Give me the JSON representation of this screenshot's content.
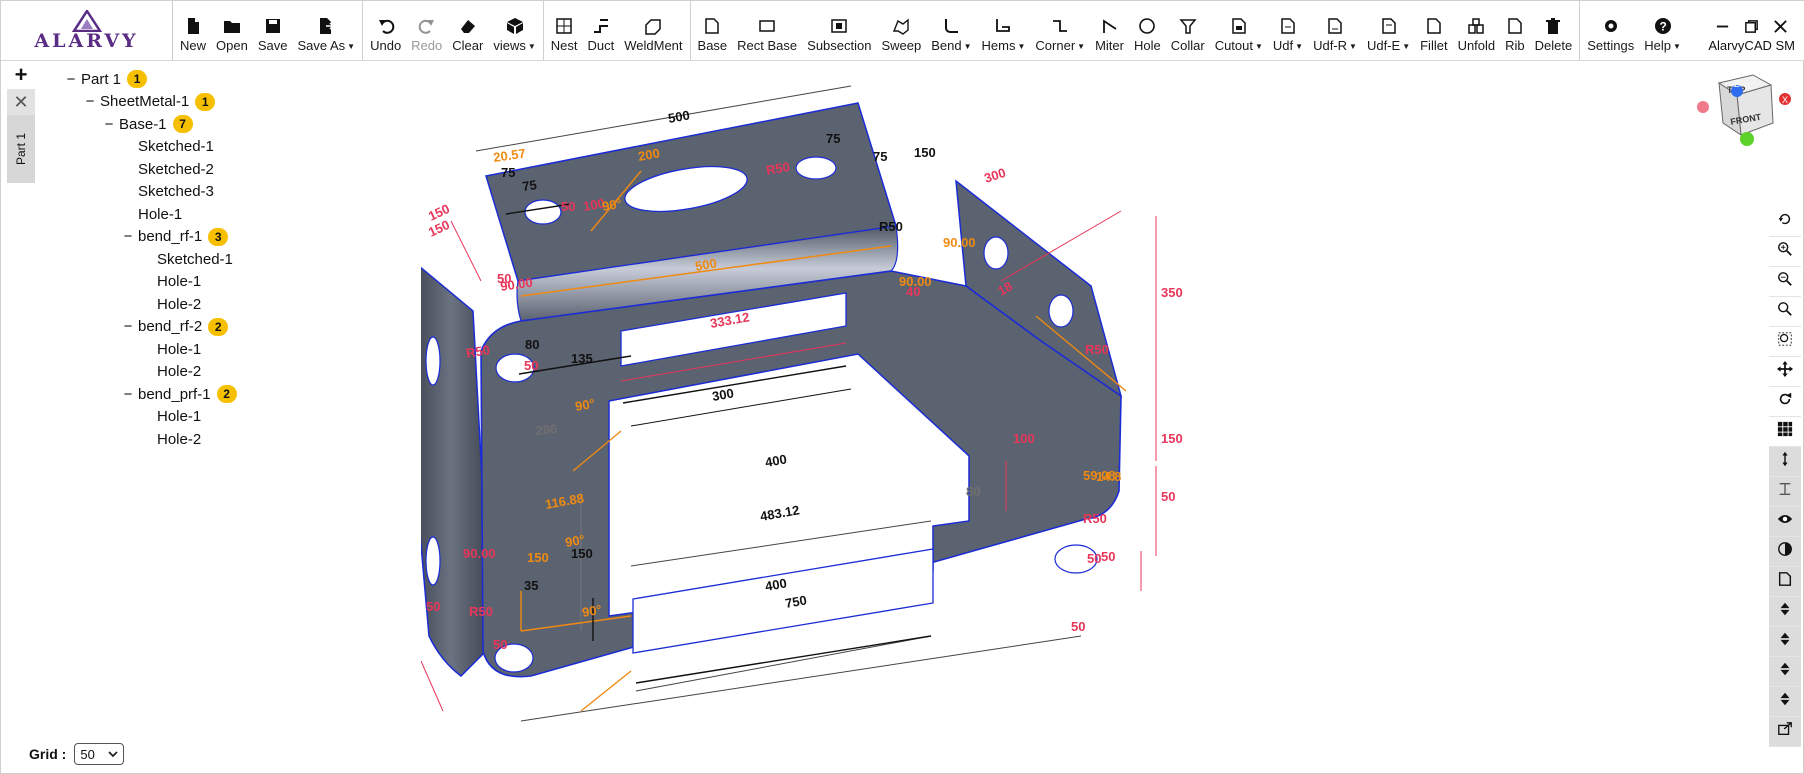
{
  "app": {
    "name": "AlarvyCAD SM",
    "logo_text": "ALARVY"
  },
  "toolbar": {
    "groups": [
      [
        {
          "key": "new",
          "label": "New",
          "icon": "new-file-icon"
        },
        {
          "key": "open",
          "label": "Open",
          "icon": "open-folder-icon"
        },
        {
          "key": "save",
          "label": "Save",
          "icon": "save-icon"
        },
        {
          "key": "saveas",
          "label": "Save As",
          "icon": "save-as-icon",
          "caret": true
        }
      ],
      [
        {
          "key": "undo",
          "label": "Undo",
          "icon": "undo-icon"
        },
        {
          "key": "redo",
          "label": "Redo",
          "icon": "redo-icon",
          "disabled": true
        },
        {
          "key": "clear",
          "label": "Clear",
          "icon": "eraser-icon"
        },
        {
          "key": "views",
          "label": "views",
          "icon": "cube-views-icon",
          "caret": true
        }
      ],
      [
        {
          "key": "nest",
          "label": "Nest",
          "icon": "nest-icon"
        },
        {
          "key": "duct",
          "label": "Duct",
          "icon": "duct-icon"
        },
        {
          "key": "weldment",
          "label": "WeldMent",
          "icon": "weldment-icon"
        }
      ],
      [
        {
          "key": "base",
          "label": "Base",
          "icon": "base-icon"
        },
        {
          "key": "rectbase",
          "label": "Rect Base",
          "icon": "rect-base-icon"
        },
        {
          "key": "subsection",
          "label": "Subsection",
          "icon": "subsection-icon"
        },
        {
          "key": "sweep",
          "label": "Sweep",
          "icon": "sweep-icon"
        },
        {
          "key": "bend",
          "label": "Bend",
          "icon": "bend-icon",
          "caret": true
        },
        {
          "key": "hems",
          "label": "Hems",
          "icon": "hems-icon",
          "caret": true
        },
        {
          "key": "corner",
          "label": "Corner",
          "icon": "corner-icon",
          "caret": true
        },
        {
          "key": "miter",
          "label": "Miter",
          "icon": "miter-icon"
        },
        {
          "key": "hole",
          "label": "Hole",
          "icon": "hole-icon"
        },
        {
          "key": "collar",
          "label": "Collar",
          "icon": "collar-icon"
        },
        {
          "key": "cutout",
          "label": "Cutout",
          "icon": "cutout-icon",
          "caret": true
        },
        {
          "key": "udf",
          "label": "Udf",
          "icon": "udf-icon",
          "caret": true
        },
        {
          "key": "udfr",
          "label": "Udf-R",
          "icon": "udf-r-icon",
          "caret": true
        },
        {
          "key": "udfe",
          "label": "Udf-E",
          "icon": "udf-e-icon",
          "caret": true
        },
        {
          "key": "fillet",
          "label": "Fillet",
          "icon": "fillet-icon"
        },
        {
          "key": "unfold",
          "label": "Unfold",
          "icon": "unfold-icon"
        },
        {
          "key": "rib",
          "label": "Rib",
          "icon": "rib-icon"
        },
        {
          "key": "delete",
          "label": "Delete",
          "icon": "trash-icon"
        }
      ],
      [
        {
          "key": "settings",
          "label": "Settings",
          "icon": "gear-icon"
        },
        {
          "key": "help",
          "label": "Help",
          "icon": "help-icon",
          "caret": true
        }
      ]
    ]
  },
  "left_tabs": {
    "add": "+",
    "close": "✕",
    "part": "Part 1"
  },
  "tree": [
    {
      "label": "Part 1",
      "level": 0,
      "toggle": "−",
      "badge": "1"
    },
    {
      "label": "SheetMetal-1",
      "level": 1,
      "toggle": "−",
      "badge": "1"
    },
    {
      "label": "Base-1",
      "level": 2,
      "toggle": "−",
      "badge": "7"
    },
    {
      "label": "Sketched-1",
      "level": 3
    },
    {
      "label": "Sketched-2",
      "level": 3
    },
    {
      "label": "Sketched-3",
      "level": 3
    },
    {
      "label": "Hole-1",
      "level": 3
    },
    {
      "label": "bend_rf-1",
      "level": 3,
      "toggle": "−",
      "badge": "3"
    },
    {
      "label": "Sketched-1",
      "level": 4
    },
    {
      "label": "Hole-1",
      "level": 4
    },
    {
      "label": "Hole-2",
      "level": 4
    },
    {
      "label": "bend_rf-2",
      "level": 3,
      "toggle": "−",
      "badge": "2"
    },
    {
      "label": "Hole-1",
      "level": 4
    },
    {
      "label": "Hole-2",
      "level": 4
    },
    {
      "label": "bend_prf-1",
      "level": 3,
      "toggle": "−",
      "badge": "2"
    },
    {
      "label": "Hole-1",
      "level": 4
    },
    {
      "label": "Hole-2",
      "level": 4
    }
  ],
  "viewcube": {
    "top": "TOP",
    "front": "FRONT",
    "axis_z": "Z",
    "axis_x": "X"
  },
  "dimensions": [
    {
      "text": "500",
      "color": "black"
    },
    {
      "text": "75",
      "color": "black"
    },
    {
      "text": "75",
      "color": "black"
    },
    {
      "text": "75",
      "color": "black"
    },
    {
      "text": "150",
      "color": "black"
    },
    {
      "text": "20.57",
      "color": "orange"
    },
    {
      "text": "200",
      "color": "orange"
    },
    {
      "text": "100",
      "color": "red"
    },
    {
      "text": "90°",
      "color": "orange"
    },
    {
      "text": "R50",
      "color": "red"
    },
    {
      "text": "50",
      "color": "red"
    },
    {
      "text": "75",
      "color": "black"
    },
    {
      "text": "R50",
      "color": "black"
    },
    {
      "text": "500",
      "color": "orange"
    },
    {
      "text": "90.00",
      "color": "red"
    },
    {
      "text": "90.00",
      "color": "orange"
    },
    {
      "text": "50",
      "color": "red"
    },
    {
      "text": "150",
      "color": "red"
    },
    {
      "text": "R50",
      "color": "red"
    },
    {
      "text": "80",
      "color": "black"
    },
    {
      "text": "50",
      "color": "red"
    },
    {
      "text": "135",
      "color": "black"
    },
    {
      "text": "333.12",
      "color": "red"
    },
    {
      "text": "300",
      "color": "black"
    },
    {
      "text": "90°",
      "color": "orange"
    },
    {
      "text": "286",
      "color": "gray"
    },
    {
      "text": "400",
      "color": "black"
    },
    {
      "text": "116.88",
      "color": "orange"
    },
    {
      "text": "90°",
      "color": "orange"
    },
    {
      "text": "150",
      "color": "orange"
    },
    {
      "text": "150",
      "color": "black"
    },
    {
      "text": "483.12",
      "color": "black"
    },
    {
      "text": "80",
      "color": "gray"
    },
    {
      "text": "400",
      "color": "black"
    },
    {
      "text": "750",
      "color": "black"
    },
    {
      "text": "35",
      "color": "black"
    },
    {
      "text": "90°",
      "color": "orange"
    },
    {
      "text": "90.00",
      "color": "red"
    },
    {
      "text": "50",
      "color": "red"
    },
    {
      "text": "R50",
      "color": "red"
    },
    {
      "text": "50",
      "color": "red"
    },
    {
      "text": "300",
      "color": "red"
    },
    {
      "text": "90.00",
      "color": "orange"
    },
    {
      "text": "350",
      "color": "red"
    },
    {
      "text": "150",
      "color": "red"
    },
    {
      "text": "100",
      "color": "red"
    },
    {
      "text": "R50",
      "color": "red"
    },
    {
      "text": "59.08",
      "color": "orange"
    },
    {
      "text": "14.8",
      "color": "orange"
    },
    {
      "text": "50",
      "color": "red"
    },
    {
      "text": "50",
      "color": "red"
    },
    {
      "text": "R50",
      "color": "red"
    },
    {
      "text": "50",
      "color": "red"
    },
    {
      "text": "150",
      "color": "red"
    },
    {
      "text": "50",
      "color": "red"
    },
    {
      "text": "18",
      "color": "red"
    },
    {
      "text": "40",
      "color": "red"
    }
  ],
  "colors": {
    "sheet": "#5b6270",
    "edge": "#1b2cd6",
    "dim_red": "#e8365a",
    "dim_orange": "#ef8a12",
    "dim_black": "#111111",
    "dim_gray": "#707070"
  },
  "grid": {
    "label": "Grid :",
    "value": "50"
  },
  "right_tools": [
    "rotate-icon",
    "zoom-in-icon",
    "zoom-out-icon",
    "zoom-window-icon",
    "zoom-fit-icon",
    "pan-icon",
    "refresh-icon",
    "grid-icon",
    "measure-icon",
    "dimension-icon",
    "eye-icon",
    "contrast-icon",
    "section-icon",
    "updown-1-icon",
    "updown-2-icon",
    "updown-3-icon",
    "updown-4-icon",
    "export-icon"
  ]
}
